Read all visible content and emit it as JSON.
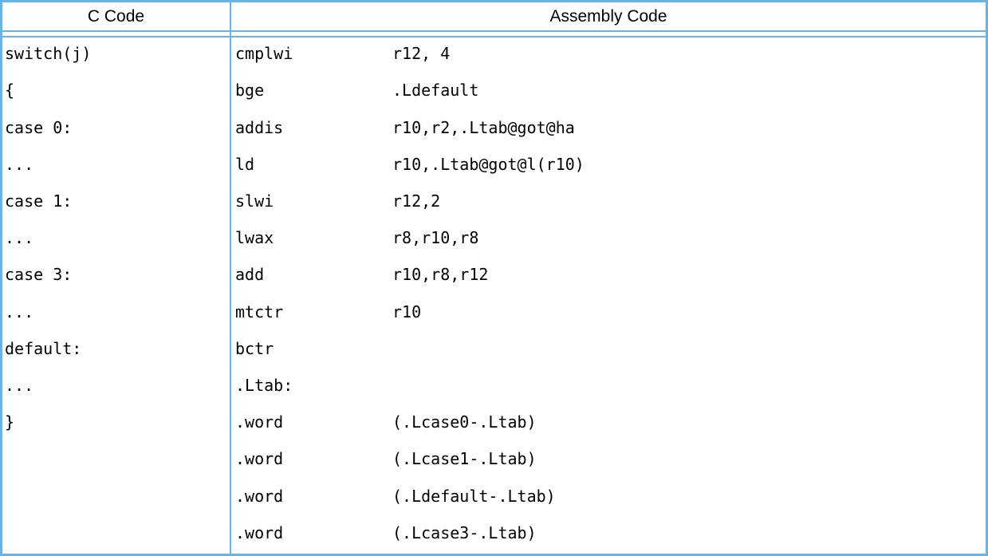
{
  "colors": {
    "border": "#63b6ec",
    "text": "#000000",
    "background": "#ffffff"
  },
  "table": {
    "headers": [
      {
        "label": "C Code"
      },
      {
        "label": "Assembly Code"
      }
    ],
    "rows": [
      {
        "c": "switch(j)",
        "op": "cmplwi",
        "args": "r12, 4"
      },
      {
        "c": "{",
        "op": "bge",
        "args": ".Ldefault"
      },
      {
        "c": "case 0:",
        "op": "addis",
        "args": "r10,r2,.Ltab@got@ha"
      },
      {
        "c": "...",
        "op": "ld",
        "args": "r10,.Ltab@got@l(r10)"
      },
      {
        "c": "case 1:",
        "op": "slwi",
        "args": "r12,2"
      },
      {
        "c": "...",
        "op": "lwax",
        "args": "r8,r10,r8"
      },
      {
        "c": "case 3:",
        "op": "add",
        "args": "r10,r8,r12"
      },
      {
        "c": "...",
        "op": "mtctr",
        "args": "r10"
      },
      {
        "c": "default:",
        "op": "bctr",
        "args": ""
      },
      {
        "c": "...",
        "op": ".Ltab:",
        "args": ""
      },
      {
        "c": "}",
        "op": ".word",
        "args": "(.Lcase0-.Ltab)"
      },
      {
        "c": "",
        "op": ".word",
        "args": "(.Lcase1-.Ltab)"
      },
      {
        "c": "",
        "op": ".word",
        "args": "(.Ldefault-.Ltab)"
      },
      {
        "c": "",
        "op": ".word",
        "args": "(.Lcase3-.Ltab)"
      }
    ]
  }
}
